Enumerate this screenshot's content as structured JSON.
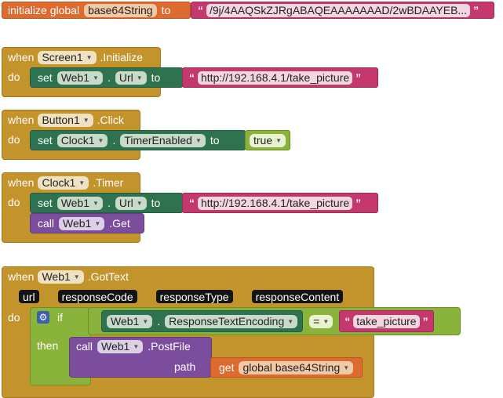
{
  "global": {
    "initialize_label": "initialize global",
    "var_name": "base64String",
    "to_label": "to",
    "value": "/9j/4AAQSkZJRgABAQEAAAAAAAD/2wBDAAYEB..."
  },
  "screen_init": {
    "when": "when",
    "component": "Screen1",
    "event": ".Initialize",
    "do": "do",
    "set": "set",
    "target": "Web1",
    "dot": ".",
    "property": "Url",
    "to": "to",
    "url": "http://192.168.4.1/take_picture"
  },
  "button_click": {
    "when": "when",
    "component": "Button1",
    "event": ".Click",
    "do": "do",
    "set": "set",
    "target": "Clock1",
    "dot": ".",
    "property": "TimerEnabled",
    "to": "to",
    "value": "true"
  },
  "clock_timer": {
    "when": "when",
    "component": "Clock1",
    "event": ".Timer",
    "do": "do",
    "set": "set",
    "target": "Web1",
    "dot": ".",
    "property": "Url",
    "to": "to",
    "url": "http://192.168.4.1/take_picture",
    "call": "call",
    "call_target": "Web1",
    "method": ".Get"
  },
  "web_gottext": {
    "when": "when",
    "component": "Web1",
    "event": ".GotText",
    "params": [
      "url",
      "responseCode",
      "responseType",
      "responseContent"
    ],
    "do": "do",
    "if": "if",
    "then": "then",
    "cond_target": "Web1",
    "dot": ".",
    "cond_property": "ResponseTextEncoding",
    "operator": "=",
    "compare_value": "take_picture",
    "call": "call",
    "call_target": "Web1",
    "method": ".PostFile",
    "path_label": "path",
    "get_label": "get",
    "get_var": "global base64String"
  },
  "colors": {
    "event": "#c3942c",
    "setter": "#2f7250",
    "text": "#c5386d",
    "logic": "#8ab33b",
    "method": "#7c4d9c",
    "variable": "#dd6a2f"
  }
}
